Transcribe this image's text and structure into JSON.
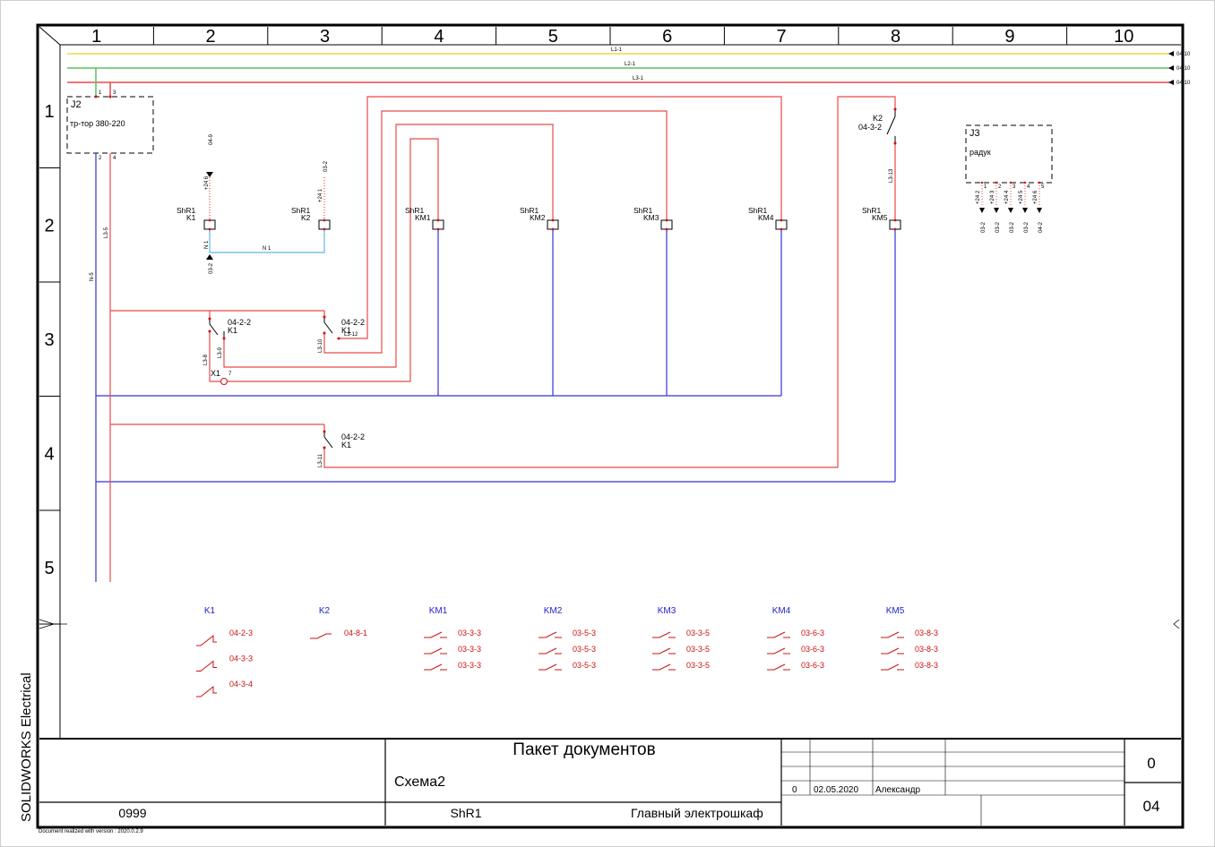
{
  "brand": "SOLIDWORKS Electrical",
  "footer_note": "Document realized with version : 2020.0.2.9",
  "columns": [
    "1",
    "2",
    "3",
    "4",
    "5",
    "6",
    "7",
    "8",
    "9",
    "10"
  ],
  "rows": [
    "1",
    "2",
    "3",
    "4",
    "5"
  ],
  "buses": [
    {
      "label": "L1-1",
      "ref": "04-10",
      "color": "#e8d84a"
    },
    {
      "label": "L2-1",
      "ref": "04-10",
      "color": "#5cc05c"
    },
    {
      "label": "L3-1",
      "ref": "04-10",
      "color": "#e84a4a"
    }
  ],
  "colors": {
    "phase": "#e84a4a",
    "neutral": "#3333dd",
    "control": "#5fb8e6"
  },
  "j2": {
    "tag": "J2",
    "name": "тр-тор 380-220",
    "pins": [
      "1",
      "3",
      "2",
      "4"
    ]
  },
  "j3": {
    "tag": "J3",
    "name": "радук",
    "pins": [
      "1",
      "2",
      "3",
      "4",
      "5"
    ],
    "wires": [
      "+24 2",
      "+24 3",
      "+24 4",
      "+24 5",
      "+24 6"
    ],
    "refs": [
      "03-2",
      "03-2",
      "03-2",
      "03-2",
      "04-2"
    ]
  },
  "wire_labels": {
    "k1_top_ref": "04-9",
    "k1_top_wire": "+24 6",
    "k2_top_ref": "03-2",
    "k2_top_wire": "+24 1",
    "n1_left": "N 1",
    "n1_mid": "N 1",
    "n1_ref": "03-2",
    "l3_5": "L3-5",
    "n_5": "N-5",
    "l3_8": "L3-8",
    "l3_9": "L3-9",
    "l3_10": "L3-10",
    "l3_12": "L3-12",
    "l3_11": "L3-11",
    "l3_13": "L3-13",
    "x1": "X1",
    "x1_pin": "7"
  },
  "coils": [
    {
      "cab": "ShR1",
      "tag": "K1"
    },
    {
      "cab": "ShR1",
      "tag": "K2"
    },
    {
      "cab": "ShR1",
      "tag": "KM1"
    },
    {
      "cab": "ShR1",
      "tag": "KM2"
    },
    {
      "cab": "ShR1",
      "tag": "KM3"
    },
    {
      "cab": "ShR1",
      "tag": "KM4"
    },
    {
      "cab": "ShR1",
      "tag": "KM5"
    }
  ],
  "contacts": [
    {
      "ref": "04-2-2",
      "tag": "K1"
    },
    {
      "ref": "04-2-2",
      "tag": "K1"
    },
    {
      "ref": "04-2-2",
      "tag": "K1"
    },
    {
      "ref": "04-3-2",
      "tag": "K2"
    }
  ],
  "cross_refs": [
    {
      "tag": "K1",
      "items": [
        "04-2-3",
        "04-3-3",
        "04-3-4"
      ]
    },
    {
      "tag": "K2",
      "items": [
        "04-8-1"
      ]
    },
    {
      "tag": "KM1",
      "items": [
        "03-3-3",
        "03-3-3",
        "03-3-3"
      ]
    },
    {
      "tag": "KM2",
      "items": [
        "03-5-3",
        "03-5-3",
        "03-5-3"
      ]
    },
    {
      "tag": "KM3",
      "items": [
        "03-3-5",
        "03-3-5",
        "03-3-5"
      ]
    },
    {
      "tag": "KM4",
      "items": [
        "03-6-3",
        "03-6-3",
        "03-6-3"
      ]
    },
    {
      "tag": "KM5",
      "items": [
        "03-8-3",
        "03-8-3",
        "03-8-3"
      ]
    }
  ],
  "title_block": {
    "title": "Пакет документов",
    "sheet_name": "Схема2",
    "code": "0999",
    "location": "ShR1",
    "description": "Главный электрошкаф",
    "revision": "0",
    "date": "02.05.2020",
    "author": "Александр",
    "rev_index": "0",
    "sheet_no": "04"
  }
}
